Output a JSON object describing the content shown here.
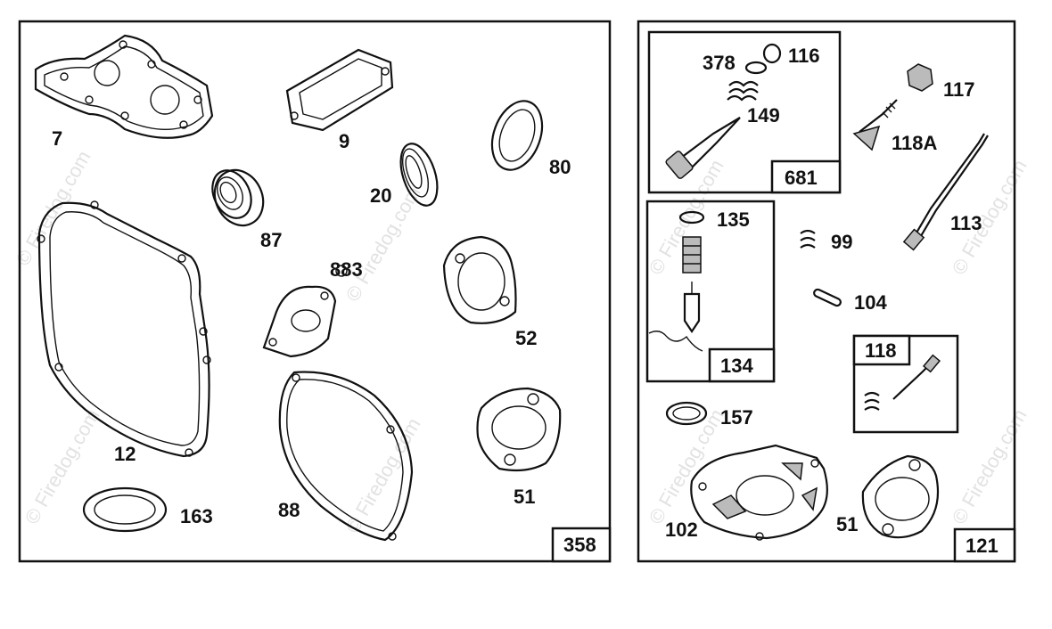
{
  "watermark": "© Firedog.com",
  "left_panel": {
    "kit_number": "358",
    "labels": {
      "p7": "7",
      "p9": "9",
      "p80": "80",
      "p20": "20",
      "p87": "87",
      "p883": "883",
      "p12": "12",
      "p52": "52",
      "p51": "51",
      "p88": "88",
      "p163": "163"
    }
  },
  "right_panel": {
    "kit_number": "121",
    "kit_681": {
      "number": "681",
      "labels": {
        "p378": "378",
        "p116": "116",
        "p149": "149"
      }
    },
    "kit_134": {
      "number": "134",
      "labels": {
        "p135": "135"
      }
    },
    "kit_118": {
      "number": "118"
    },
    "labels": {
      "p117": "117",
      "p118A": "118A",
      "p113": "113",
      "p99": "99",
      "p104": "104",
      "p157": "157",
      "p102": "102",
      "p51": "51"
    }
  }
}
